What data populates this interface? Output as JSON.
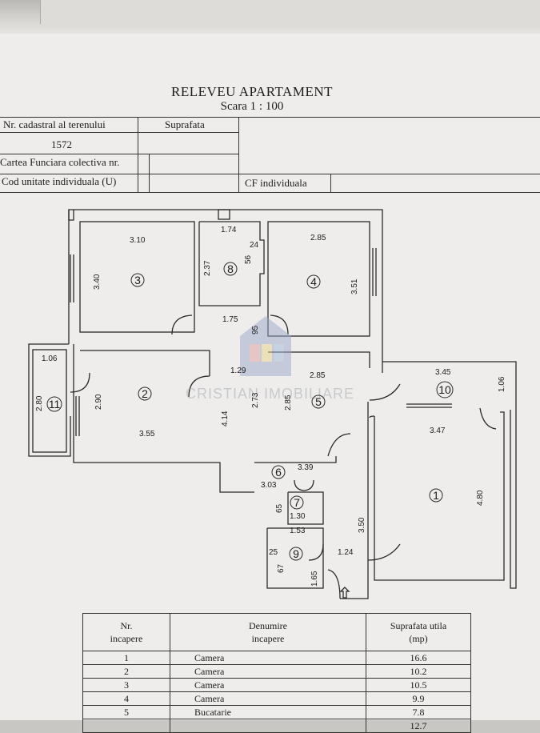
{
  "doc": {
    "title": "RELEVEU APARTAMENT",
    "scale": "Scara 1 : 100"
  },
  "header": {
    "cadastral_label": "Nr. cadastral al terenului",
    "cadastral_value": "1572",
    "surface_label": "Suprafata",
    "carte_label": "Cartea Funciara colectiva nr.",
    "cod_label": "Cod unitate individuala (U)",
    "cf_label": "CF individuala"
  },
  "plan": {
    "watermark": "CRISTIAN IMOBILIARE",
    "rooms": [
      {
        "num": "1"
      },
      {
        "num": "2"
      },
      {
        "num": "3"
      },
      {
        "num": "4"
      },
      {
        "num": "5"
      },
      {
        "num": "6"
      },
      {
        "num": "7"
      },
      {
        "num": "8"
      },
      {
        "num": "9"
      },
      {
        "num": "10"
      },
      {
        "num": "11"
      }
    ],
    "dims": [
      "3.10",
      "3.40",
      "1.74",
      "2.37",
      "56",
      "24",
      "2.85",
      "3.51",
      "1.75",
      "95",
      "1.06",
      "2.80",
      "2.90",
      "1.29",
      "2.73",
      "2.85",
      "2.85",
      "3.55",
      "4.14",
      "3.45",
      "1.06",
      "3.47",
      "4.80",
      "3.39",
      "3.03",
      "65",
      "1.30",
      "1.53",
      "3.50",
      "25",
      "67",
      "1.65",
      "1.24"
    ]
  },
  "table": {
    "headers": [
      "Nr.\nincapere",
      "Denumire\nincapere",
      "Suprafata utila\n(mp)"
    ],
    "rows": [
      {
        "nr": "1",
        "name": "Camera",
        "area": "16.6"
      },
      {
        "nr": "2",
        "name": "Camera",
        "area": "10.2"
      },
      {
        "nr": "3",
        "name": "Camera",
        "area": "10.5"
      },
      {
        "nr": "4",
        "name": "Camera",
        "area": "9.9"
      },
      {
        "nr": "5",
        "name": "Bucatarie",
        "area": "7.8"
      },
      {
        "nr": "",
        "name": "",
        "area": "12.7"
      }
    ]
  }
}
